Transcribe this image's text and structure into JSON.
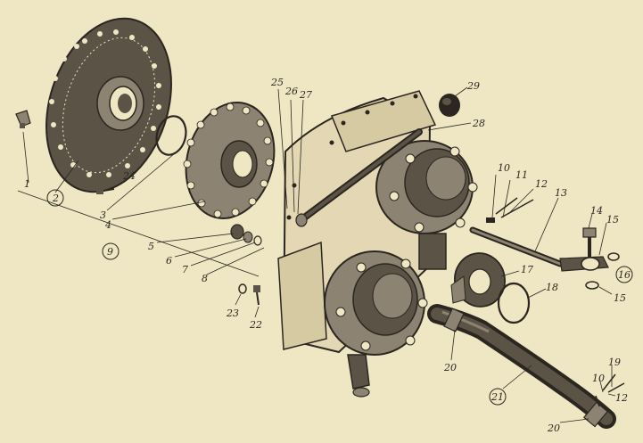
{
  "colors": {
    "paper": "#efe6c4",
    "ink": "#2b2620",
    "shade": "#5c5347",
    "mid": "#8d8373"
  },
  "callouts": {
    "c1": "1",
    "c2": "2",
    "c3": "3",
    "c4": "4",
    "c5": "5",
    "c6": "6",
    "c7": "7",
    "c8": "8",
    "c9": "9",
    "c10a": "10",
    "c10b": "10",
    "c11": "11",
    "c12a": "12",
    "c12b": "12",
    "c13": "13",
    "c14": "14",
    "c15a": "15",
    "c15b": "15",
    "c16": "16",
    "c17": "17",
    "c18": "18",
    "c19": "19",
    "c20a": "20",
    "c20b": "20",
    "c21": "21",
    "c22": "22",
    "c23": "23",
    "c24": "24",
    "c25": "25",
    "c26": "26",
    "c27": "27",
    "c28": "28",
    "c29": "29"
  }
}
